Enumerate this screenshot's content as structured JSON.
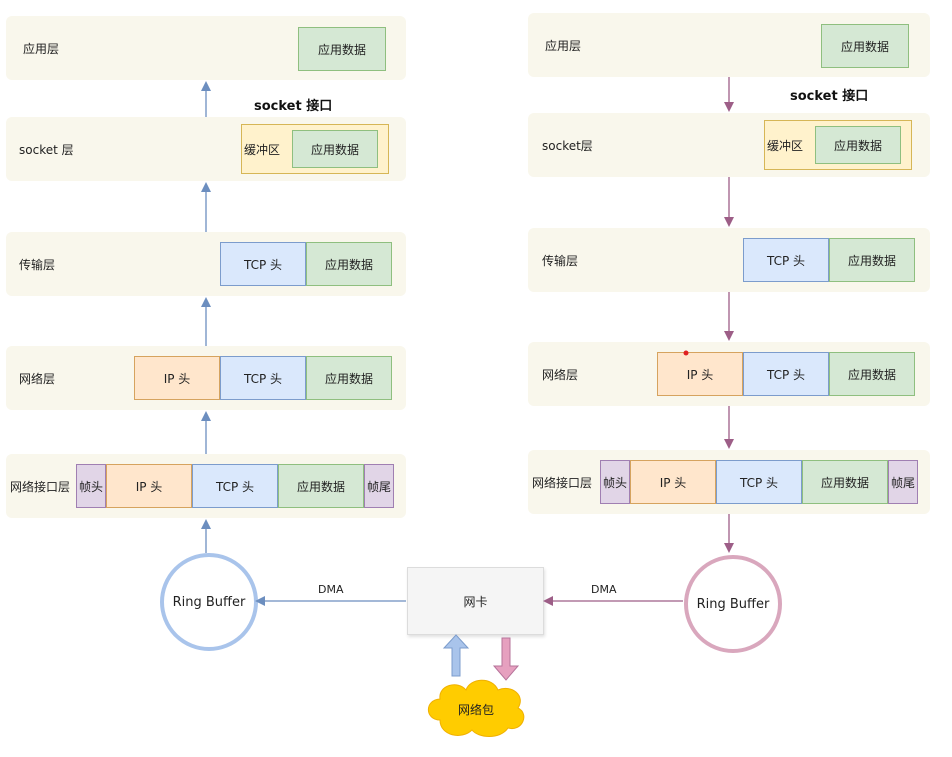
{
  "left": {
    "layers": {
      "app": "应用层",
      "socket": "socket 层",
      "transport": "传输层",
      "network": "网络层",
      "link": "网络接口层"
    },
    "socket_interface": "socket 接口",
    "boxes": {
      "app_data": "应用数据",
      "buffer": "缓冲区",
      "tcp_header": "TCP 头",
      "ip_header": "IP 头",
      "frame_header": "帧头",
      "frame_trailer": "帧尾"
    },
    "ring_buffer": "Ring Buffer",
    "dma": "DMA"
  },
  "right": {
    "layers": {
      "app": "应用层",
      "socket": "socket层",
      "transport": "传输层",
      "network": "网络层",
      "link": "网络接口层"
    },
    "socket_interface": "socket 接口",
    "boxes": {
      "app_data": "应用数据",
      "buffer": "缓冲区",
      "tcp_header": "TCP 头",
      "ip_header": "IP 头",
      "frame_header": "帧头",
      "frame_trailer": "帧尾"
    },
    "ring_buffer": "Ring Buffer",
    "dma": "DMA"
  },
  "nic": "网卡",
  "packet": "网络包",
  "colors": {
    "receive_arrow": "#6c8ebf",
    "send_arrow": "#9d5e87",
    "app_data": "#d5e8d4",
    "tcp_header": "#dae8fc",
    "ip_header": "#ffe6cc",
    "frame": "#e1d5e7",
    "buffer": "#fff2cc",
    "cloud": "#ffcc00"
  }
}
